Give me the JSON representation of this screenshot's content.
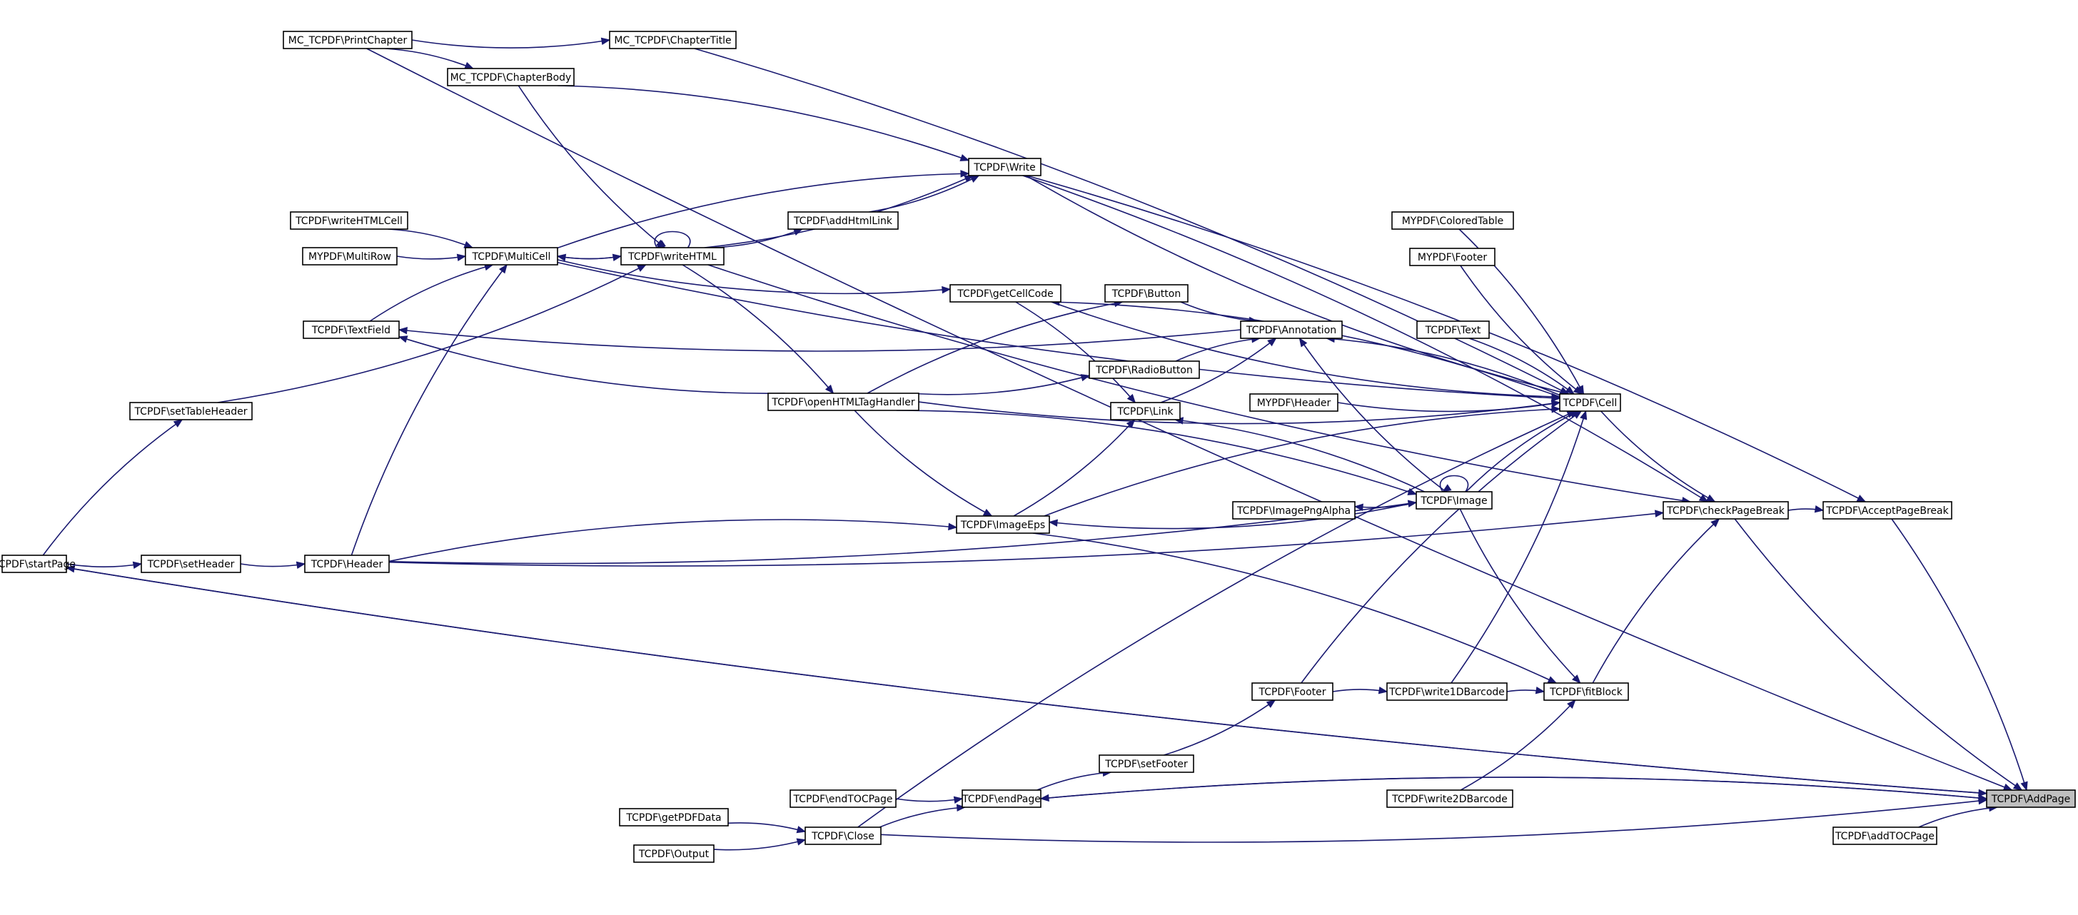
{
  "colors": {
    "edge": "#191970",
    "root_fill": "#bfbfbf",
    "node_fill": "#ffffff",
    "border": "#000000"
  },
  "nodes": [
    {
      "id": "addpage",
      "label": "TCPDF\\AddPage",
      "root": true
    },
    {
      "id": "accept",
      "label": "TCPDF\\AcceptPageBreak"
    },
    {
      "id": "checkpb",
      "label": "TCPDF\\checkPageBreak"
    },
    {
      "id": "cell",
      "label": "TCPDF\\Cell"
    },
    {
      "id": "image",
      "label": "TCPDF\\Image"
    },
    {
      "id": "fitblock",
      "label": "TCPDF\\fitBlock"
    },
    {
      "id": "write1d",
      "label": "TCPDF\\write1DBarcode"
    },
    {
      "id": "write2d",
      "label": "TCPDF\\write2DBarcode"
    },
    {
      "id": "footer",
      "label": "TCPDF\\Footer"
    },
    {
      "id": "setfooter",
      "label": "TCPDF\\setFooter"
    },
    {
      "id": "endpage",
      "label": "TCPDF\\endPage"
    },
    {
      "id": "endtoc",
      "label": "TCPDF\\endTOCPage"
    },
    {
      "id": "close",
      "label": "TCPDF\\Close"
    },
    {
      "id": "getpdf",
      "label": "TCPDF\\getPDFData"
    },
    {
      "id": "output",
      "label": "TCPDF\\Output"
    },
    {
      "id": "addtoc",
      "label": "TCPDF\\addTOCPage"
    },
    {
      "id": "startpage",
      "label": "TCPDF\\startPage"
    },
    {
      "id": "setheader",
      "label": "TCPDF\\setHeader"
    },
    {
      "id": "header",
      "label": "TCPDF\\Header"
    },
    {
      "id": "settableheader",
      "label": "TCPDF\\setTableHeader"
    },
    {
      "id": "multicell",
      "label": "TCPDF\\MultiCell"
    },
    {
      "id": "writehtml",
      "label": "TCPDF\\writeHTML"
    },
    {
      "id": "writehtmlcell",
      "label": "TCPDF\\writeHTMLCell"
    },
    {
      "id": "multirow",
      "label": "MYPDF\\MultiRow"
    },
    {
      "id": "textfield",
      "label": "TCPDF\\TextField"
    },
    {
      "id": "openhtml",
      "label": "TCPDF\\openHTMLTagHandler"
    },
    {
      "id": "imageeps",
      "label": "TCPDF\\ImageEps"
    },
    {
      "id": "link",
      "label": "TCPDF\\Link"
    },
    {
      "id": "radiobutton",
      "label": "TCPDF\\RadioButton"
    },
    {
      "id": "annotation",
      "label": "TCPDF\\Annotation"
    },
    {
      "id": "button",
      "label": "TCPDF\\Button"
    },
    {
      "id": "getcellcode",
      "label": "TCPDF\\getCellCode"
    },
    {
      "id": "addhtmllink",
      "label": "TCPDF\\addHtmlLink"
    },
    {
      "id": "write",
      "label": "TCPDF\\Write"
    },
    {
      "id": "chapterbody",
      "label": "MC_TCPDF\\ChapterBody"
    },
    {
      "id": "chaptertitle",
      "label": "MC_TCPDF\\ChapterTitle"
    },
    {
      "id": "printchapter",
      "label": "MC_TCPDF\\PrintChapter"
    },
    {
      "id": "imagepng",
      "label": "TCPDF\\ImagePngAlpha"
    },
    {
      "id": "mypdfheader",
      "label": "MYPDF\\Header"
    },
    {
      "id": "mypdftext",
      "label": "TCPDF\\Text"
    },
    {
      "id": "mypdffooter",
      "label": "MYPDF\\Footer"
    },
    {
      "id": "coloredtable",
      "label": "MYPDF\\ColoredTable"
    }
  ],
  "edges": [
    {
      "from": "accept",
      "to": "addpage"
    },
    {
      "from": "checkpb",
      "to": "addpage"
    },
    {
      "from": "checkpb",
      "to": "accept"
    },
    {
      "from": "cell",
      "to": "checkpb"
    },
    {
      "from": "fitblock",
      "to": "checkpb"
    },
    {
      "from": "header",
      "to": "checkpb"
    },
    {
      "from": "write",
      "to": "checkpb"
    },
    {
      "from": "writehtml",
      "to": "checkpb"
    },
    {
      "from": "write",
      "to": "accept"
    },
    {
      "from": "printchapter",
      "to": "addpage"
    },
    {
      "from": "endpage",
      "to": "addpage"
    },
    {
      "from": "close",
      "to": "addpage"
    },
    {
      "from": "addtoc",
      "to": "addpage"
    },
    {
      "from": "startpage",
      "to": "addpage"
    },
    {
      "from": "image",
      "to": "cell"
    },
    {
      "from": "write1d",
      "to": "cell"
    },
    {
      "from": "footer",
      "to": "cell"
    },
    {
      "from": "write",
      "to": "cell"
    },
    {
      "from": "chaptertitle",
      "to": "cell"
    },
    {
      "from": "multicell",
      "to": "cell"
    },
    {
      "from": "coloredtable",
      "to": "cell"
    },
    {
      "from": "mypdffooter",
      "to": "cell"
    },
    {
      "from": "mypdftext",
      "to": "cell"
    },
    {
      "from": "mypdfheader",
      "to": "cell"
    },
    {
      "from": "imageeps",
      "to": "cell"
    },
    {
      "from": "openhtml",
      "to": "cell"
    },
    {
      "from": "close",
      "to": "cell"
    },
    {
      "from": "getcellcode",
      "to": "cell"
    },
    {
      "from": "write1d",
      "to": "fitblock"
    },
    {
      "from": "write2d",
      "to": "fitblock"
    },
    {
      "from": "imageeps",
      "to": "fitblock"
    },
    {
      "from": "image",
      "to": "fitblock"
    },
    {
      "from": "footer",
      "to": "write1d"
    },
    {
      "from": "setfooter",
      "to": "footer"
    },
    {
      "from": "endpage",
      "to": "setfooter"
    },
    {
      "from": "endtoc",
      "to": "endpage"
    },
    {
      "from": "close",
      "to": "endpage"
    },
    {
      "from": "addpage",
      "to": "endpage"
    },
    {
      "from": "getpdf",
      "to": "close"
    },
    {
      "from": "output",
      "to": "close"
    },
    {
      "from": "addpage",
      "to": "startpage"
    },
    {
      "from": "startpage",
      "to": "setheader"
    },
    {
      "from": "startpage",
      "to": "settableheader"
    },
    {
      "from": "setheader",
      "to": "header"
    },
    {
      "from": "header",
      "to": "imageeps"
    },
    {
      "from": "header",
      "to": "image"
    },
    {
      "from": "header",
      "to": "multicell"
    },
    {
      "from": "settableheader",
      "to": "writehtml"
    },
    {
      "from": "writehtml",
      "to": "multicell"
    },
    {
      "from": "multicell",
      "to": "writehtml"
    },
    {
      "from": "writehtmlcell",
      "to": "multicell"
    },
    {
      "from": "multirow",
      "to": "multicell"
    },
    {
      "from": "textfield",
      "to": "multicell"
    },
    {
      "from": "multicell",
      "to": "getcellcode"
    },
    {
      "from": "multicell",
      "to": "write"
    },
    {
      "from": "writehtml",
      "to": "write"
    },
    {
      "from": "writehtml",
      "to": "writehtml"
    },
    {
      "from": "writehtml",
      "to": "addhtmllink"
    },
    {
      "from": "writehtml",
      "to": "openhtml"
    },
    {
      "from": "chapterbody",
      "to": "writehtml"
    },
    {
      "from": "chapterbody",
      "to": "write"
    },
    {
      "from": "addhtmllink",
      "to": "write"
    },
    {
      "from": "printchapter",
      "to": "chapterbody"
    },
    {
      "from": "printchapter",
      "to": "chaptertitle"
    },
    {
      "from": "openhtml",
      "to": "textfield"
    },
    {
      "from": "openhtml",
      "to": "radiobutton"
    },
    {
      "from": "openhtml",
      "to": "button"
    },
    {
      "from": "openhtml",
      "to": "imageeps"
    },
    {
      "from": "openhtml",
      "to": "image"
    },
    {
      "from": "imageeps",
      "to": "link"
    },
    {
      "from": "getcellcode",
      "to": "link"
    },
    {
      "from": "image",
      "to": "link"
    },
    {
      "from": "image",
      "to": "imageeps"
    },
    {
      "from": "image",
      "to": "image"
    },
    {
      "from": "image",
      "to": "imagepng"
    },
    {
      "from": "cell",
      "to": "getcellcode"
    },
    {
      "from": "annotation",
      "to": "textfield"
    },
    {
      "from": "button",
      "to": "annotation"
    },
    {
      "from": "radiobutton",
      "to": "annotation"
    },
    {
      "from": "link",
      "to": "annotation"
    },
    {
      "from": "image",
      "to": "annotation"
    },
    {
      "from": "cell",
      "to": "annotation"
    }
  ]
}
